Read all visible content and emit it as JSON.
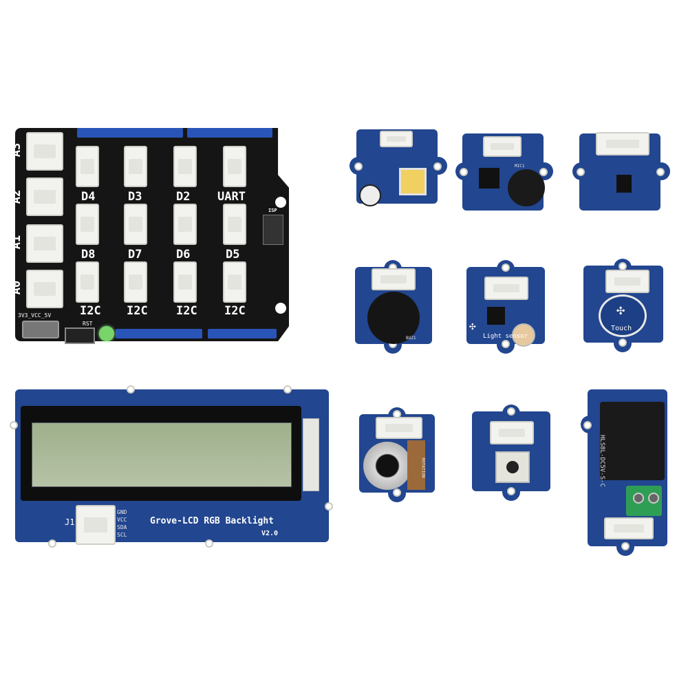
{
  "base_shield": {
    "analog_labels": [
      "A3",
      "A2",
      "A1",
      "A0"
    ],
    "port_labels": [
      "D4",
      "D3",
      "D2",
      "UART",
      "D8",
      "D7",
      "D6",
      "D5",
      "I2C",
      "I2C",
      "I2C",
      "I2C"
    ],
    "voltage_label": "3V3_VCC_5V",
    "reset_label": "RST",
    "isp_label": "ISP"
  },
  "lcd": {
    "title": "Grove-LCD RGB Backlight",
    "version": "V2.0",
    "connector_label": "J1",
    "pins": [
      "GND",
      "VCC",
      "SDA",
      "SCL"
    ]
  },
  "modules": {
    "sound": {
      "label": "MIC1"
    },
    "buzzer": {
      "label": "BUZ1"
    },
    "light": {
      "label": "Light sensor"
    },
    "touch": {
      "label": "Touch"
    },
    "rotary": {
      "label": "ROTATION"
    },
    "relay": {
      "label": "HLS8L-DC5V-S-C"
    }
  },
  "colors": {
    "board_blue": "#22468f",
    "shield_black": "#151515",
    "header_blue": "#2a55b8",
    "lcd_screen": "#a9b79a",
    "terminal_green": "#2f9e55"
  }
}
